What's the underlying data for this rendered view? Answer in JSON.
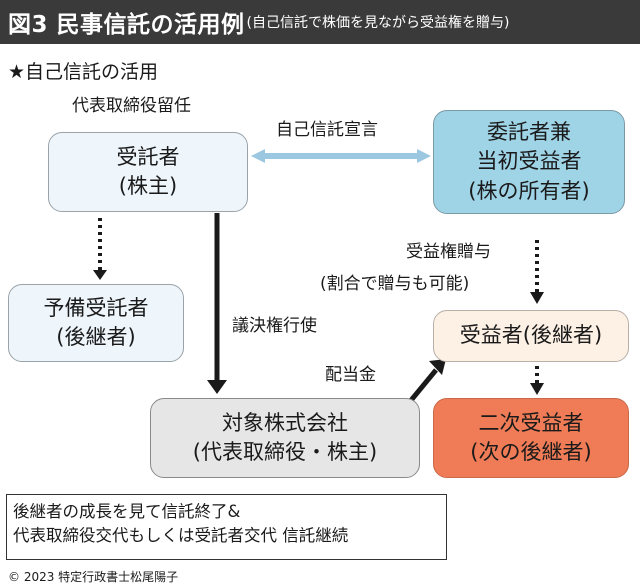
{
  "header": {
    "title": "図3 民事信託の活用例",
    "subtitle": "(自己信託で株価を見ながら受益権を贈与)"
  },
  "section_title": "★自己信託の活用",
  "labels": {
    "ceo_role": "代表取締役留任",
    "declaration": "自己信託宣言",
    "gift_line1": "受益権贈与",
    "gift_line2": "(割合で贈与も可能)",
    "voting": "議決権行使",
    "dividend": "配当金"
  },
  "boxes": {
    "trustee": [
      "受託者",
      "(株主)"
    ],
    "settlor": [
      "委託者兼",
      "当初受益者",
      "(株の所有者)"
    ],
    "successor_trustee": [
      "予備受託者",
      "(後継者)"
    ],
    "beneficiary": [
      "受益者(後継者)"
    ],
    "company": [
      "対象株式会社",
      "(代表取締役・株主)"
    ],
    "second_beneficiary": [
      "二次受益者",
      "(次の後継者)"
    ]
  },
  "note": {
    "line1": "後継者の成長を見て信託終了&",
    "line2": "代表取締役交代もしくは受託者交代 信託継続"
  },
  "copyright": "© 2023 特定行政書士松尾陽子",
  "colors": {
    "header_bg": "#3a3a3a",
    "settlor": "#9fd3e6",
    "second_beneficiary": "#ef7c56",
    "double_arrow": "#9cc7e0",
    "arrow": "#1a1a1a"
  }
}
